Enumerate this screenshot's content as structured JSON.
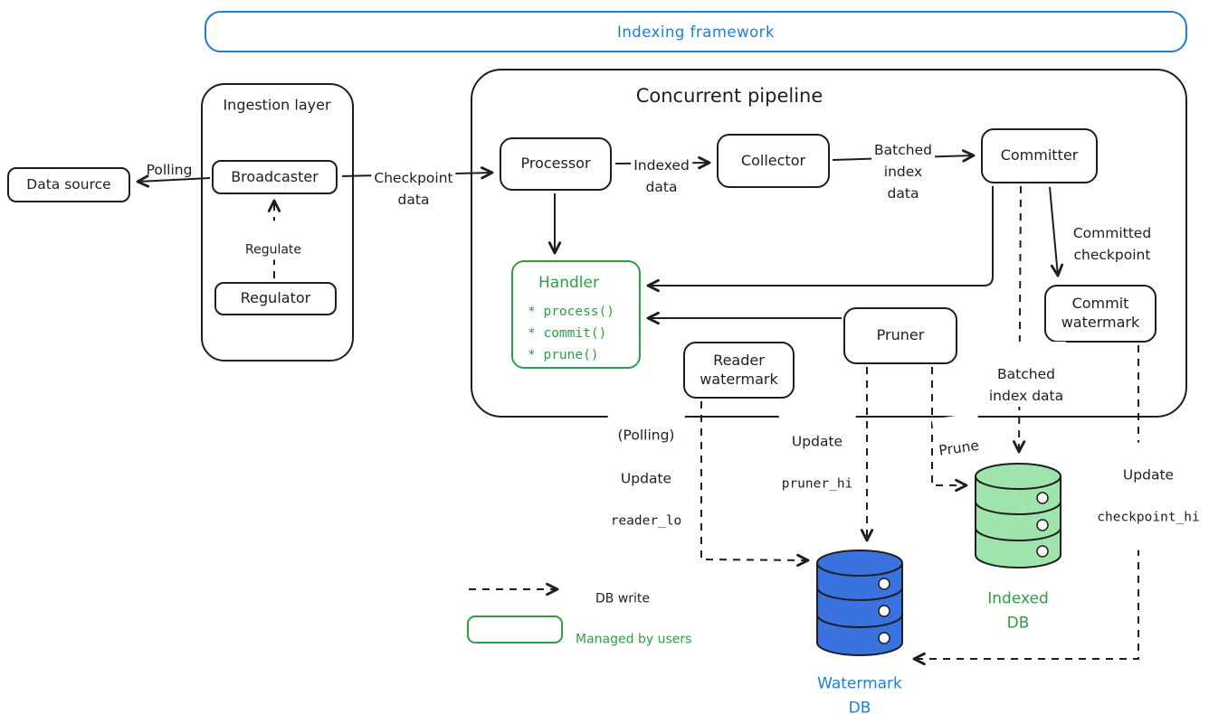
{
  "banner": {
    "title": "Indexing framework"
  },
  "nodes": {
    "data_source": "Data source"
  },
  "ingestion": {
    "title": "Ingestion layer",
    "broadcaster": "Broadcaster",
    "regulator": "Regulator"
  },
  "pipeline": {
    "title": "Concurrent pipeline",
    "processor": "Processor",
    "collector": "Collector",
    "committer": "Committer",
    "reader_watermark": "Reader\nwatermark",
    "pruner": "Pruner",
    "commit_watermark": "Commit\nwatermark",
    "handler": {
      "title": "Handler",
      "items": [
        "* process()",
        "* commit()",
        "* prune()"
      ]
    }
  },
  "edges": {
    "polling": "Polling",
    "regulate": "Regulate",
    "checkpoint_data": "Checkpoint\ndata",
    "indexed_data": "Indexed\ndata",
    "batched_index_data": "Batched\nindex\ndata",
    "committed_checkpoint": "Committed\ncheckpoint",
    "batched_index_data_2": "Batched\nindex data",
    "update_reader_lo": {
      "line1": "(Polling)",
      "line2": "Update",
      "code": "reader_lo"
    },
    "update_pruner_hi": {
      "line1": "Update",
      "code": "pruner_hi"
    },
    "prune": "Prune",
    "update_checkpoint_hi": {
      "line1": "Update",
      "code": "checkpoint_hi"
    }
  },
  "databases": {
    "watermark": {
      "label": "Watermark\nDB"
    },
    "indexed": {
      "label": "Indexed\nDB"
    }
  },
  "legend": {
    "db_write": "DB write",
    "managed_by_users": "Managed by users"
  },
  "colors": {
    "ink": "#1e1e1e",
    "blue": "#1c7ed6",
    "green": "#2f9e44",
    "watermark_db_fill": "#3a72e0",
    "indexed_db_fill": "#9fe3ad"
  }
}
